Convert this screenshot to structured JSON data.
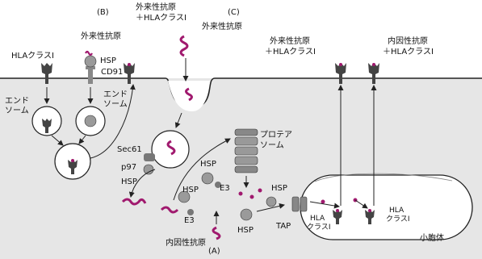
{
  "labels": {
    "panel_b": "(B)",
    "panel_c": "(C)",
    "panel_a": "(A)",
    "exo_hla_top_1": "外来性抗原",
    "exo_hla_top_2": "＋HLAクラスⅠ",
    "exo_antigen_c": "外来性抗原",
    "hla_class1_left": "HLAクラスⅠ",
    "exo_antigen_b": "外来性抗原",
    "hsp_b": "HSP",
    "cd91": "CD91",
    "endosome_1a": "エンド",
    "endosome_1b": "ソーム",
    "endosome_2a": "エンド",
    "endosome_2b": "ソーム",
    "sec61": "Sec61",
    "p97": "p97",
    "hsp_mid": "HSP",
    "hsp_e3a": "HSP",
    "e3_a": "E3",
    "hsp_e3b": "HSP",
    "e3_b": "E3",
    "proteasome_1": "プロテア",
    "proteasome_2": "ソーム",
    "hsp_prot": "HSP",
    "hsp_bottom": "HSP",
    "tap": "TAP",
    "er_hla_1": "HLA",
    "er_hla_2": "クラスⅠ",
    "er_hla_3": "HLA",
    "er_hla_4": "クラスⅠ",
    "er_name": "小胞体",
    "endo_antigen": "内因性抗原",
    "surface_exo_1": "外来性抗原",
    "surface_exo_2": "＋HLAクラスⅠ",
    "surface_endo_1": "内因性抗原",
    "surface_endo_2": "＋HLAクラスⅠ"
  },
  "colors": {
    "antigen": "#a0196e",
    "membrane": "#e2e2e2",
    "outline": "#222222",
    "protein": "#555555"
  }
}
